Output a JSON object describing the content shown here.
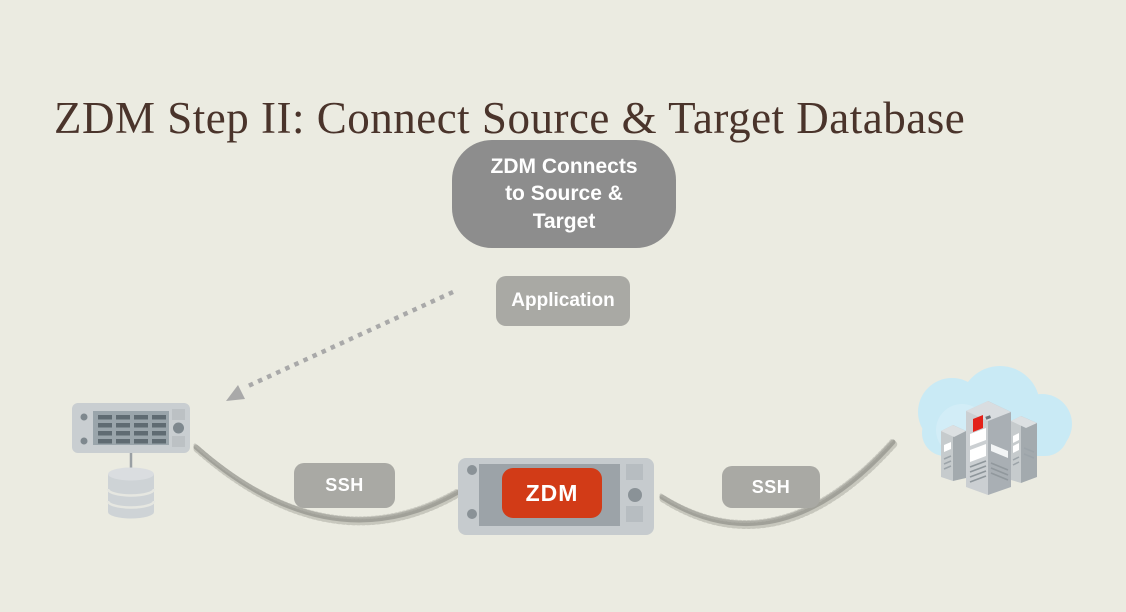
{
  "title": "ZDM Step II: Connect Source & Target Database",
  "bubble": {
    "text": "ZDM Connects to Source & Target"
  },
  "labels": {
    "application": "Application",
    "ssh_left": "SSH",
    "ssh_right": "SSH",
    "zdm": "ZDM"
  },
  "icons": {
    "left": [
      "source-server-icon",
      "database-cylinder-icon"
    ],
    "center": [
      "zdm-appliance-icon"
    ],
    "right": [
      "cloud-icon",
      "cloud-servers-icon"
    ],
    "connectors": [
      "dotted-arrow",
      "left-ssh-connection-line",
      "right-ssh-connection-line"
    ]
  },
  "colors": {
    "background": "#EBEBE1",
    "title_text": "#4A342B",
    "bubble_gray": "#8D8D8D",
    "label_gray": "#A9A9A4",
    "zdm_red": "#D23B17",
    "connector_gray": "#A6A69E",
    "arrow_gray": "#A9A9A9",
    "server_body": "#C9CED1",
    "server_panel": "#9AA5AB",
    "cylinder_gray": "#CED3D6",
    "cloud_blue": "#C9EAF5",
    "tower_front": "#CBCFD2",
    "tower_side": "#A9AFB4",
    "tower_red": "#E32119",
    "white_text": "#FFFFFF"
  }
}
